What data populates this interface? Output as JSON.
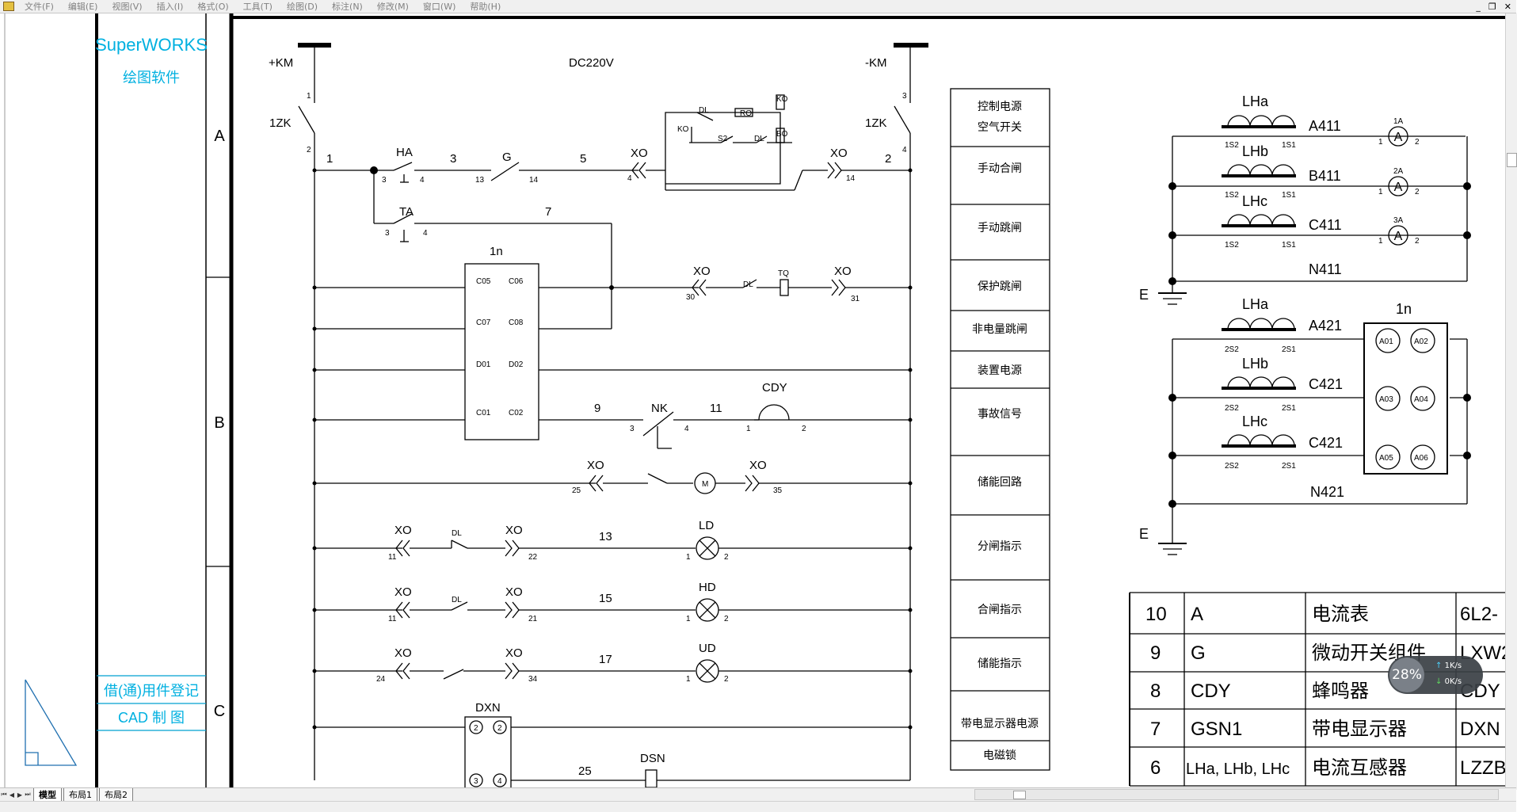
{
  "menu": [
    "文件(F)",
    "编辑(E)",
    "视图(V)",
    "插入(I)",
    "格式(O)",
    "工具(T)",
    "绘图(D)",
    "标注(N)",
    "修改(M)",
    "窗口(W)",
    "帮助(H)"
  ],
  "window_controls": [
    "_",
    "❐",
    "✕"
  ],
  "titleblock": {
    "brand": "SuperWORKS",
    "software": "绘图软件",
    "registry": "借(通)用件登记",
    "cad": "CAD 制 图"
  },
  "rows": [
    "A",
    "B",
    "C"
  ],
  "circuit": {
    "pos": "+KM",
    "neg": "-KM",
    "volt": "DC220V",
    "breaker": "1ZK",
    "t1": "1",
    "t2": "2",
    "t3": "3",
    "t4": "4",
    "n1": "1",
    "n2": "2",
    "n3": "3",
    "n5": "5",
    "n7": "7",
    "n9": "9",
    "n11": "11",
    "n13": "13",
    "n15": "15",
    "n17": "17",
    "n25": "25",
    "HA": "HA",
    "TA": "TA",
    "G": "G",
    "NK": "NK",
    "CDY": "CDY",
    "LD": "LD",
    "HD": "HD",
    "UD": "UD",
    "XO": "XO",
    "DL": "DL",
    "RO": "RO",
    "KO": "KO",
    "S2": "S2",
    "BO": "BO",
    "TQ": "TQ",
    "M": "M",
    "prot": "1n",
    "DXN": "DXN",
    "DSN": "DSN",
    "p13": "13",
    "p14": "14",
    "p11": "11",
    "p22": "22",
    "p21": "21",
    "p24": "24",
    "p34": "34",
    "p25": "25",
    "p35": "35",
    "p30": "30",
    "p31": "31",
    "pd2": "2",
    "pd3": "3",
    "pd4": "4",
    "c05": "C05",
    "c06": "C06",
    "c07": "C07",
    "c08": "C08",
    "d01": "D01",
    "d02": "D02",
    "c01": "C01",
    "c02": "C02"
  },
  "functions": [
    "控制电源",
    "空气开关",
    "手动合闸",
    "手动跳闸",
    "保护跳闸",
    "非电量跳闸",
    "装置电源",
    "事故信号",
    "储能回路",
    "分闸指示",
    "合闸指示",
    "储能指示",
    "带电显示器电源",
    "电磁锁"
  ],
  "ct": {
    "LHa": "LHa",
    "LHb": "LHb",
    "LHc": "LHc",
    "A411": "A411",
    "B411": "B411",
    "C411": "C411",
    "N411": "N411",
    "A421": "A421",
    "C421": "C421",
    "N421": "N421",
    "s1s2": "1S2",
    "s1s1": "1S1",
    "s2s2": "2S2",
    "s2s1": "2S1",
    "am1": "1A",
    "am2": "2A",
    "am3": "3A",
    "amsym": "A",
    "E": "E",
    "prot": "1n",
    "a01": "A01",
    "a02": "A02",
    "a03": "A03",
    "a04": "A04",
    "a05": "A05",
    "a06": "A06"
  },
  "parts": [
    {
      "no": "10",
      "code": "A",
      "name": "电流表",
      "model": "6L2-"
    },
    {
      "no": "9",
      "code": "G",
      "name": "微动开关组件",
      "model": "LXW2"
    },
    {
      "no": "8",
      "code": "CDY",
      "name": "蜂鸣器",
      "model": "CDY"
    },
    {
      "no": "7",
      "code": "GSN1",
      "name": "带电显示器",
      "model": "DXN"
    },
    {
      "no": "6",
      "code": "LHa, LHb, LHc",
      "name": "电流互感器",
      "model": "LZZB"
    }
  ],
  "tabs": [
    "模型",
    "布局1",
    "布局2"
  ],
  "net": {
    "percent": "28%",
    "up": "1K/s",
    "down": "0K/s"
  }
}
